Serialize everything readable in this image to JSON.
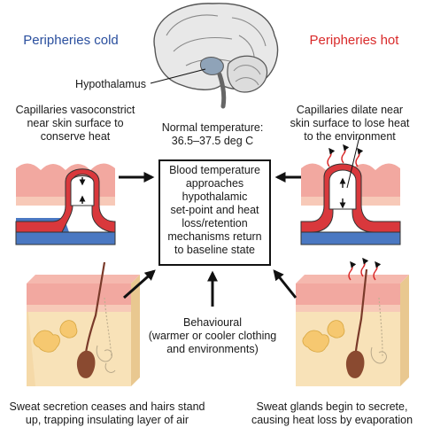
{
  "diagram": {
    "headers": {
      "cold": "Peripheries cold",
      "hot": "Peripheries hot"
    },
    "colors": {
      "cold": "#2a4f9e",
      "hot": "#d92a2a",
      "vein": "#4a78c2",
      "artery": "#d9383c",
      "skin": "#f2a8a0",
      "fat": "#f5d9a8",
      "fat_deep": "#f6c870",
      "brain": "#e6e6e6"
    },
    "brain_label": "Hypothalamus",
    "normal_temperature": [
      "Normal temperature:",
      "36.5–37.5 deg C"
    ],
    "cold_capillaries": [
      "Capillaries vasoconstrict",
      "near skin surface to",
      "conserve heat"
    ],
    "hot_capillaries": [
      "Capillaries dilate near",
      "skin surface to lose heat",
      "to the environment"
    ],
    "center_box": [
      "Blood temperature",
      "approaches",
      "hypothalamic",
      "set-point and heat",
      "loss/retention",
      "mechanisms return",
      "to baseline state"
    ],
    "behavioural": [
      "Behavioural",
      "(warmer or cooler clothing",
      "and environments)"
    ],
    "cold_sweat": [
      "Sweat secretion ceases and hairs stand",
      "up, trapping insulating layer of air"
    ],
    "hot_sweat": [
      "Sweat glands begin to secrete,",
      "causing heat loss by evaporation"
    ],
    "icons": [
      "brain-icon",
      "capillary-icon",
      "skin-section-icon",
      "heat-wave-icon",
      "arrow-icon"
    ]
  }
}
